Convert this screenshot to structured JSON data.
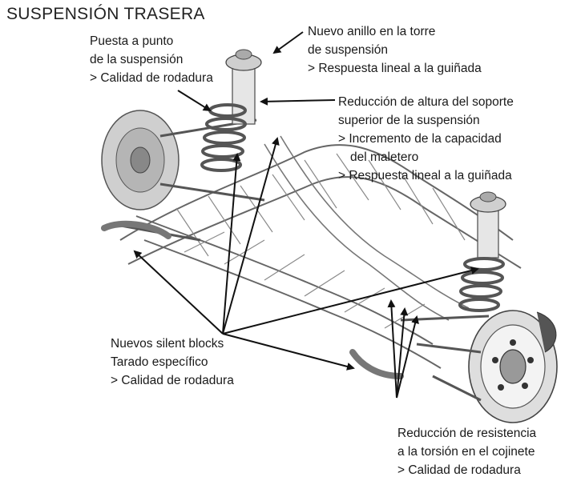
{
  "title": "SUSPENSIÓN TRASERA",
  "callouts": {
    "puesta_a_punto": {
      "line1": "Puesta a punto",
      "line2": "de la suspensión",
      "line3": "> Calidad de rodadura"
    },
    "nuevo_anillo": {
      "line1": "Nuevo anillo en la torre",
      "line2": "de suspensión",
      "line3": "> Respuesta lineal a la guiñada"
    },
    "reduccion_altura": {
      "line1": "Reducción de altura del soporte",
      "line2": "superior de la suspensión",
      "line3": "> Incremento de la capacidad",
      "line4": "del maletero",
      "line5": "> Respuesta lineal a la guiñada"
    },
    "silent_blocks": {
      "line1": "Nuevos silent blocks",
      "line2": "Tarado específico",
      "line3": "> Calidad de rodadura"
    },
    "reduccion_resistencia": {
      "line1": "Reducción de resistencia",
      "line2": "a la torsión en el cojinete",
      "line3": "> Calidad de rodadura"
    }
  }
}
